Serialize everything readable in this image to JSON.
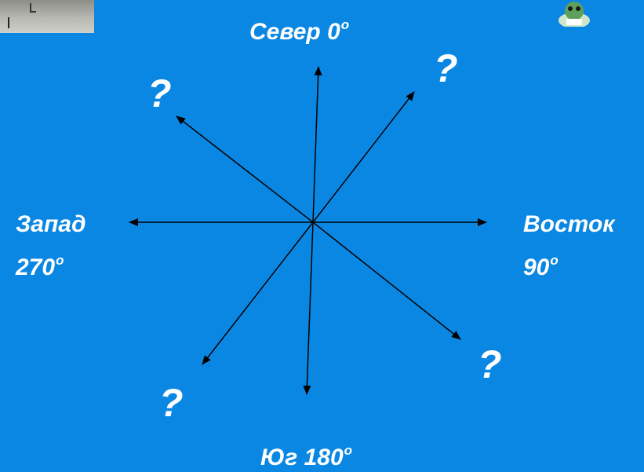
{
  "labels": {
    "north": "Север 0",
    "east": "Восток",
    "east_deg": "90",
    "south": "Юг 180",
    "west": "Запад",
    "west_deg": "270",
    "degree_mark": "о",
    "unknown": "?"
  },
  "icons": {
    "corner": "corner-photo-fragment-icon",
    "mascot": "mascot-character-icon"
  },
  "colors": {
    "background": "#0a87e3",
    "lines": "#000000",
    "text": "#ffffff"
  }
}
